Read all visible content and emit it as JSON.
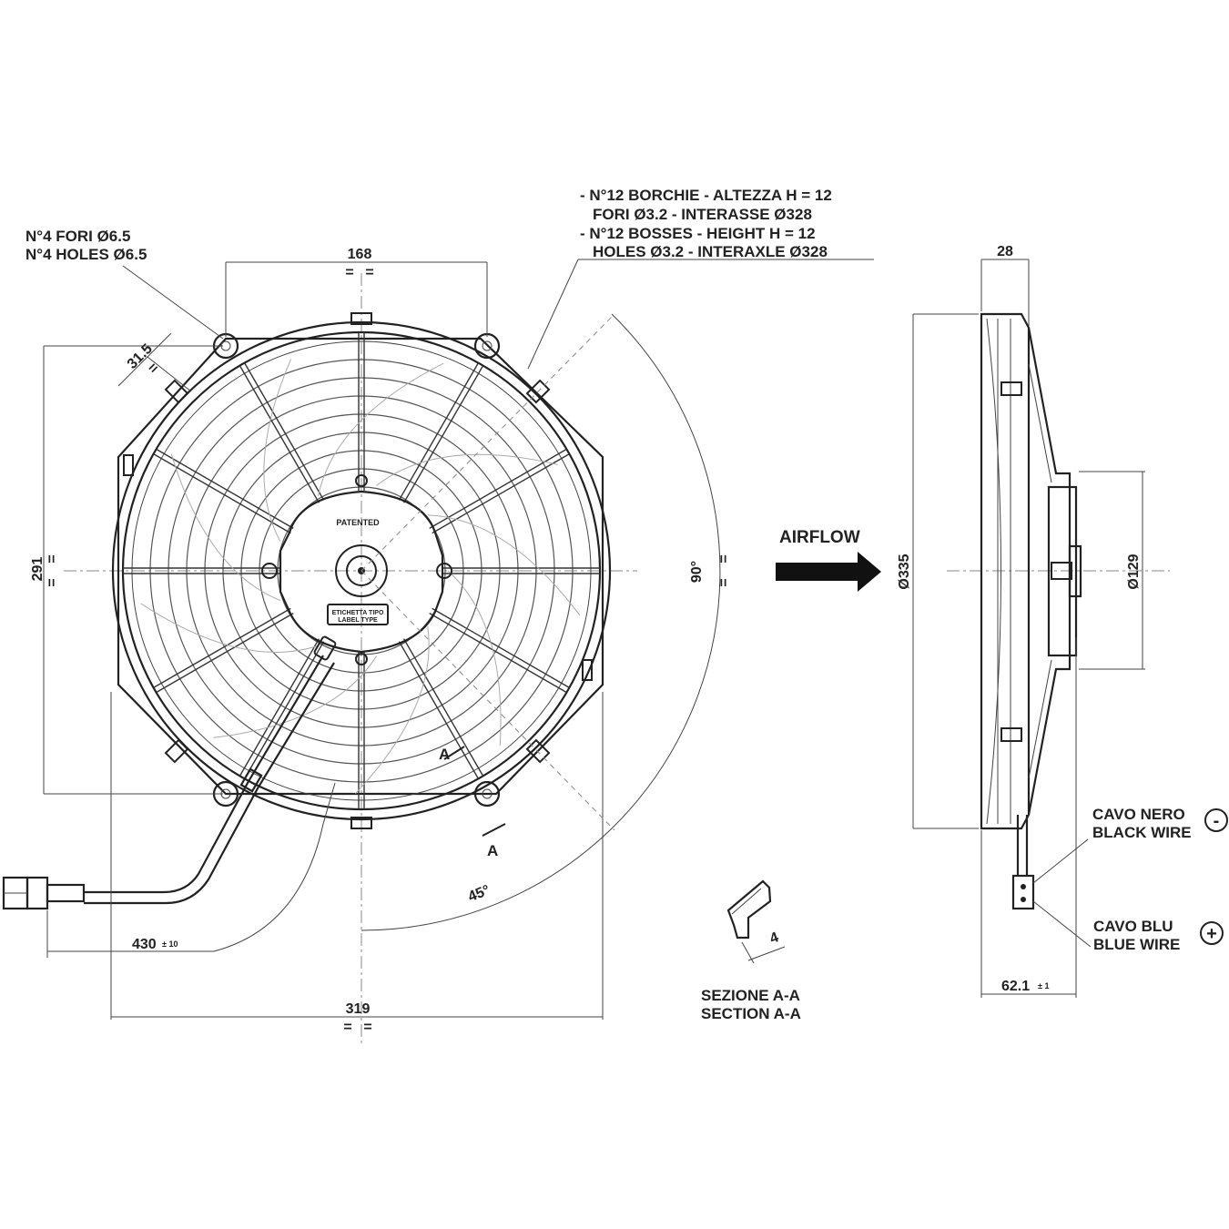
{
  "labels": {
    "holes_it": "N°4 FORI Ø6.5",
    "holes_en": "N°4 HOLES Ø6.5",
    "bosses_it_1": "- N°12 BORCHIE - ALTEZZA H = 12",
    "bosses_it_2": "FORI Ø3.2 - INTERASSE Ø328",
    "bosses_en_1": "- N°12 BOSSES - HEIGHT H = 12",
    "bosses_en_2": "HOLES Ø3.2 - INTERAXLE Ø328",
    "airflow": "AIRFLOW",
    "black_wire_it": "CAVO NERO",
    "black_wire_en": "BLACK WIRE",
    "blue_wire_it": "CAVO BLU",
    "blue_wire_en": "BLUE WIRE",
    "minus": "-",
    "plus": "+",
    "section_it": "SEZIONE A-A",
    "section_en": "SECTION A-A",
    "section_marker": "A",
    "patented": "PATENTED",
    "label_type_it": "ETICHETTA TIPO",
    "label_type_en": "LABEL TYPE"
  },
  "dimensions": {
    "hole_spacing": "168",
    "hole_offset": "31.5",
    "height": "291",
    "width": "319",
    "cable_length": "430",
    "cable_tol": "± 10",
    "angle_90": "90°",
    "angle_45": "45°",
    "depth": "28",
    "outer_diameter": "Ø335",
    "motor_diameter": "Ø129",
    "total_depth": "62.1",
    "total_depth_tol": "± 1",
    "section_thickness": "4",
    "equal_mark": "="
  }
}
